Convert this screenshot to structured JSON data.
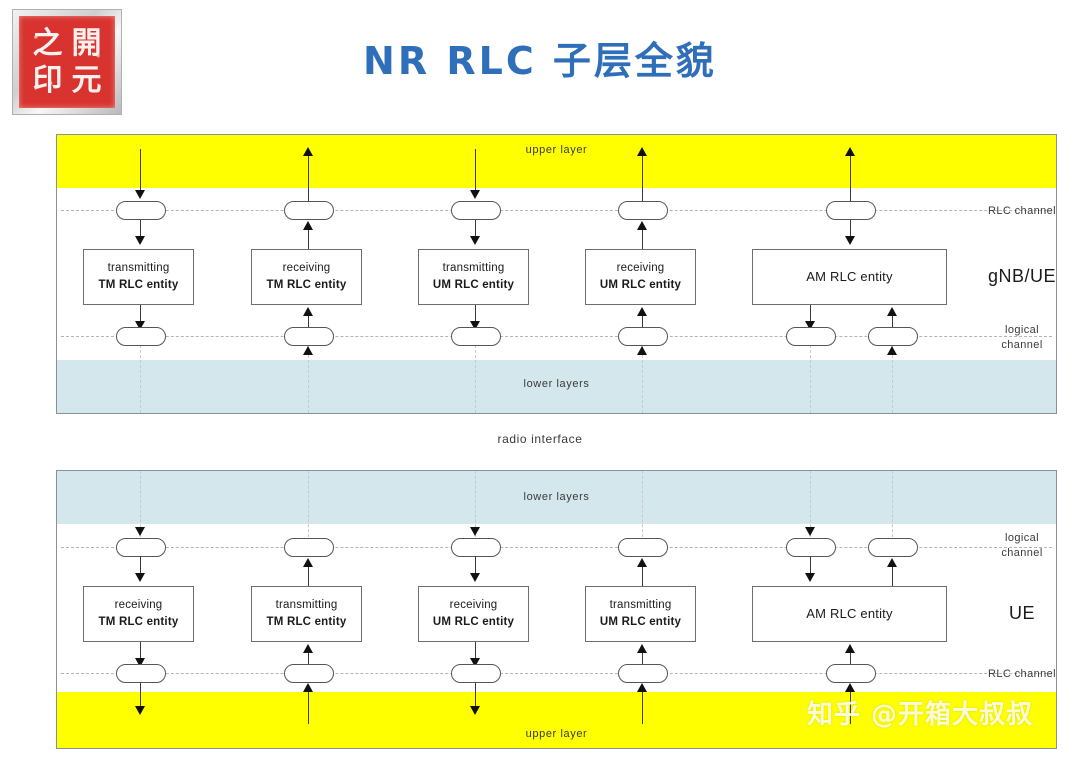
{
  "header": {
    "title": "NR  RLC  子层全貌",
    "seal_chars": [
      "之",
      "開",
      "印",
      "元"
    ],
    "title_color": "#2f6fba"
  },
  "colors": {
    "upper_layer_band": "#ffff00",
    "lower_layers_band": "#d4e7ec",
    "frame_border": "#8a9099",
    "box_border": "#6e6e6e"
  },
  "labels": {
    "upper_layer": "upper layer",
    "lower_layers": "lower layers",
    "rlc_channel": "RLC channel",
    "logical_channel_l1": "logical",
    "logical_channel_l2": "channel",
    "radio_interface": "radio interface",
    "gnb_ue": "gNB/UE",
    "ue": "UE"
  },
  "top_diagram": {
    "side_label": "gNB/UE",
    "top_band": "upper layer",
    "bottom_band": "lower layers",
    "upper_line_label": "RLC channel",
    "lower_line_label_1": "logical",
    "lower_line_label_2": "channel",
    "entities": [
      {
        "line1": "transmitting",
        "line2": "TM RLC entity",
        "direction": "down"
      },
      {
        "line1": "receiving",
        "line2": "TM RLC entity",
        "direction": "up"
      },
      {
        "line1": "transmitting",
        "line2": "UM RLC entity",
        "direction": "down"
      },
      {
        "line1": "receiving",
        "line2": "UM RLC entity",
        "direction": "up"
      },
      {
        "line1": "",
        "line2": "AM RLC entity",
        "direction": "both"
      }
    ]
  },
  "bottom_diagram": {
    "side_label": "UE",
    "top_band": "lower layers",
    "bottom_band": "upper layer",
    "upper_line_label_1": "logical",
    "upper_line_label_2": "channel",
    "lower_line_label": "RLC channel",
    "entities": [
      {
        "line1": "receiving",
        "line2": "TM RLC entity",
        "direction": "down"
      },
      {
        "line1": "transmitting",
        "line2": "TM RLC entity",
        "direction": "up"
      },
      {
        "line1": "receiving",
        "line2": "UM RLC entity",
        "direction": "down"
      },
      {
        "line1": "transmitting",
        "line2": "UM RLC entity",
        "direction": "up"
      },
      {
        "line1": "",
        "line2": "AM RLC entity",
        "direction": "both"
      }
    ]
  },
  "watermark": {
    "text": "知乎 @开箱大叔叔"
  }
}
